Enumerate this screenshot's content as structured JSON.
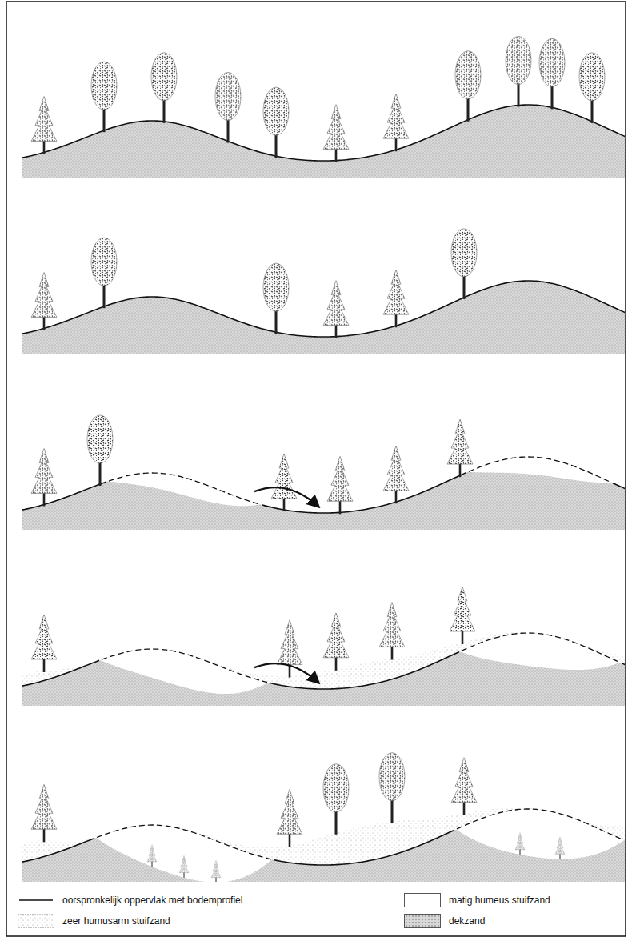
{
  "diagram": {
    "legend": [
      {
        "text": "oorspronkelijk oppervlak met bodemprofiel"
      },
      {
        "text": "matig humeus stuifzand",
        "color": "#ffffff"
      },
      {
        "text": "zeer humusarm stuifzand"
      },
      {
        "text": "dekzand",
        "color": "#d8d8d8"
      }
    ]
  }
}
